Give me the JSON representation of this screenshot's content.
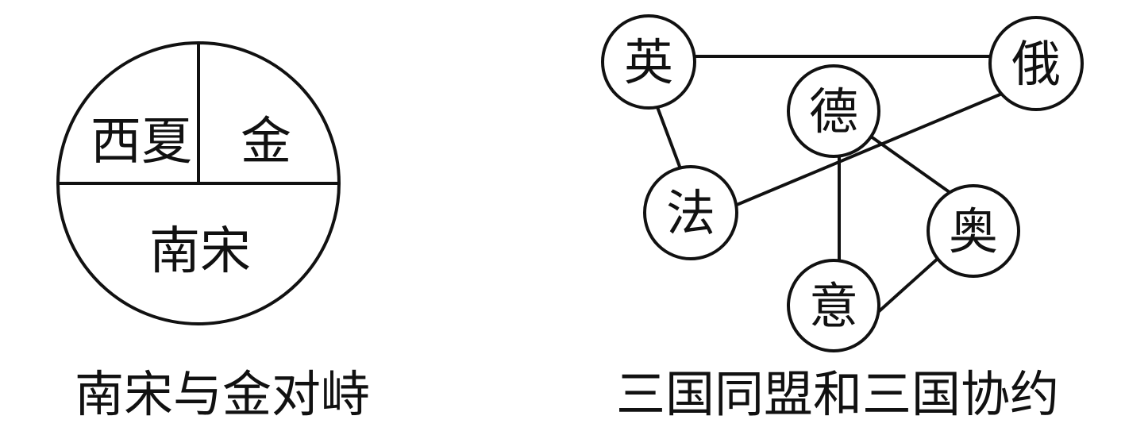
{
  "left": {
    "regions": {
      "xixia": "西夏",
      "jin": "金",
      "nansong": "南宋"
    },
    "caption": "南宋与金对峙"
  },
  "right": {
    "nodes": {
      "ying": "英",
      "e": "俄",
      "de": "德",
      "fa": "法",
      "ao": "奥",
      "yi": "意"
    },
    "edges": [
      [
        "英",
        "俄"
      ],
      [
        "英",
        "法"
      ],
      [
        "俄",
        "法"
      ],
      [
        "德",
        "意"
      ],
      [
        "德",
        "奥"
      ],
      [
        "奥",
        "意"
      ]
    ],
    "caption": "三国同盟和三国协约"
  },
  "colors": {
    "stroke": "#111111",
    "background": "#ffffff"
  }
}
